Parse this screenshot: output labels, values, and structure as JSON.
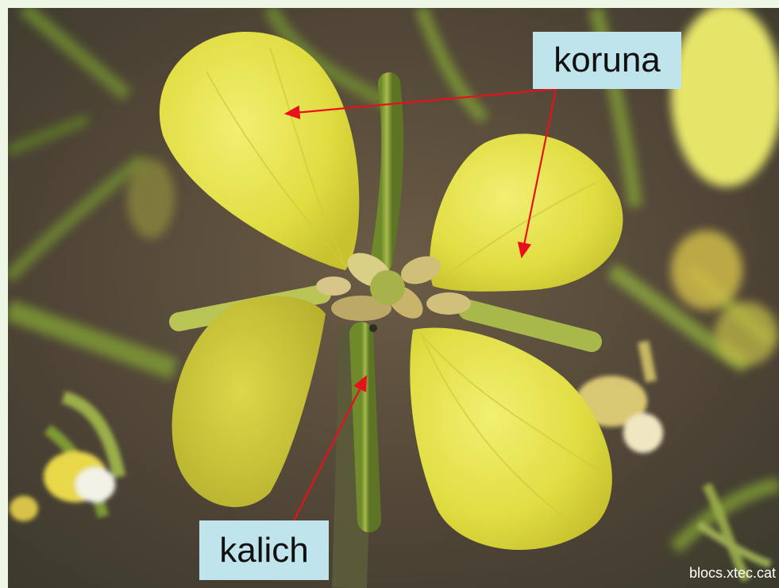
{
  "labels": {
    "corolla": "koruna",
    "calyx": "kalich"
  },
  "credit": "blocs.xtec.cat",
  "colors": {
    "frame": "#eef7e6",
    "callout_bg": "#bfe4ec",
    "arrow": "#e8101a",
    "petal": "#e3e24a",
    "background": "#5a4a3a"
  }
}
